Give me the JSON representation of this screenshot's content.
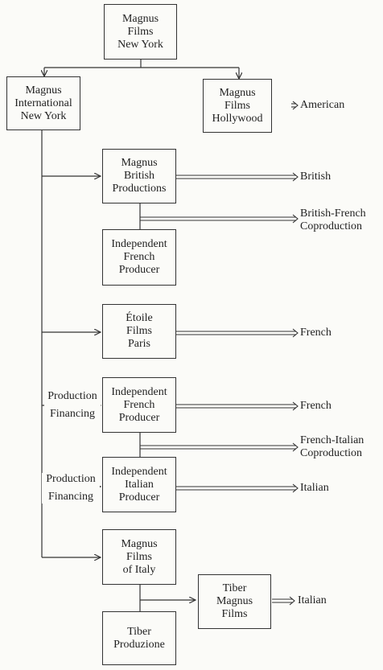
{
  "boxes": {
    "magnus_ny": [
      "Magnus",
      "Films",
      "New York"
    ],
    "magnus_intl": [
      "Magnus",
      "International",
      "New York"
    ],
    "magnus_hollywood": [
      "Magnus",
      "Films",
      "Hollywood"
    ],
    "magnus_british": [
      "Magnus",
      "British",
      "Productions"
    ],
    "indep_french_1": [
      "Independent",
      "French",
      "Producer"
    ],
    "etoile": [
      "Étoile",
      "Films",
      "Paris"
    ],
    "indep_french_2": [
      "Independent",
      "French",
      "Producer"
    ],
    "indep_italian": [
      "Independent",
      "Italian",
      "Producer"
    ],
    "magnus_italy": [
      "Magnus",
      "Films",
      "of Italy"
    ],
    "tiber_magnus": [
      "Tiber",
      "Magnus",
      "Films"
    ],
    "tiber_produzione": [
      "Tiber",
      "Produzione"
    ]
  },
  "outputs": {
    "american": "American",
    "british": "British",
    "british_french": [
      "British-French",
      "Coproduction"
    ],
    "french_1": "French",
    "french_2": "French",
    "french_italian": [
      "French-Italian",
      "Coproduction"
    ],
    "italian_1": "Italian",
    "italian_2": "Italian"
  },
  "labels": {
    "financing_1": [
      "Production",
      "Financing"
    ],
    "financing_2": [
      "Production",
      "Financing"
    ]
  }
}
